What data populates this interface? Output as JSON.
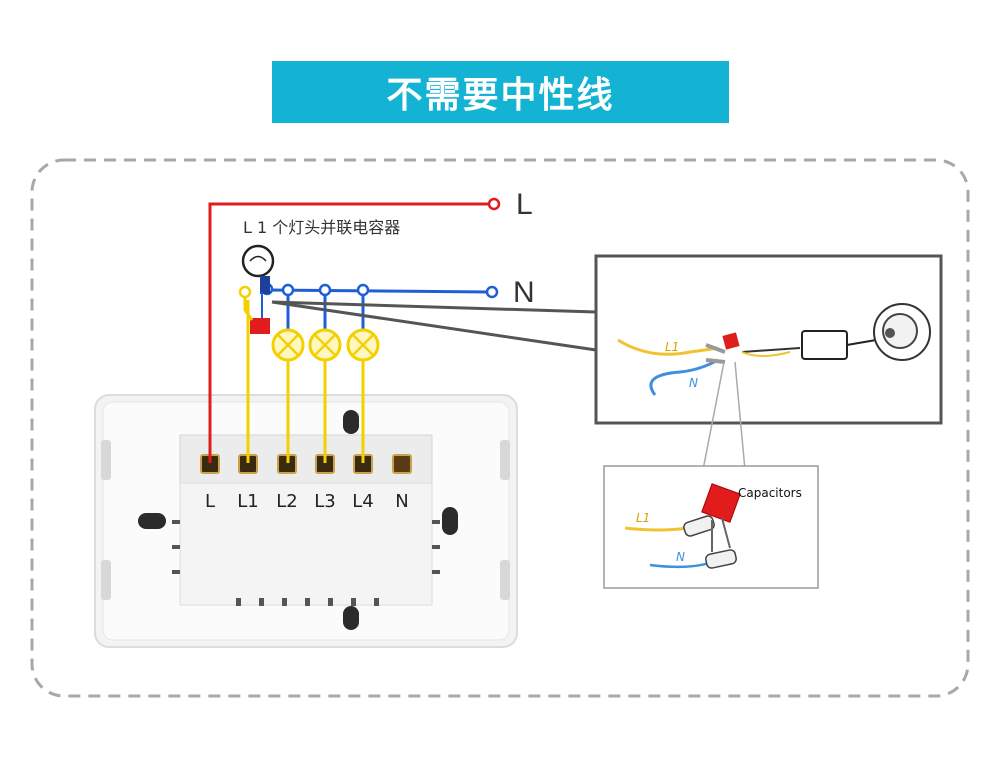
{
  "banner": {
    "title": "不需要中性线"
  },
  "wiring": {
    "line_label": "L",
    "neutral_label": "N",
    "note": "L 1 个灯头并联电容器"
  },
  "switch": {
    "terminals": [
      "L",
      "L1",
      "L2",
      "L3",
      "L4",
      "N"
    ]
  },
  "photo_inset": {
    "l1_label": "L1",
    "n_label": "N"
  },
  "capacitor_inset": {
    "title": "Capacitors",
    "l1_label": "L1",
    "n_label": "N"
  },
  "colors": {
    "banner": "#14b3d4",
    "line_wire": "#e01c1c",
    "load_wire": "#f5d000",
    "neutral_wire": "#1f5fd6",
    "capacitor": "#e01c1c"
  }
}
